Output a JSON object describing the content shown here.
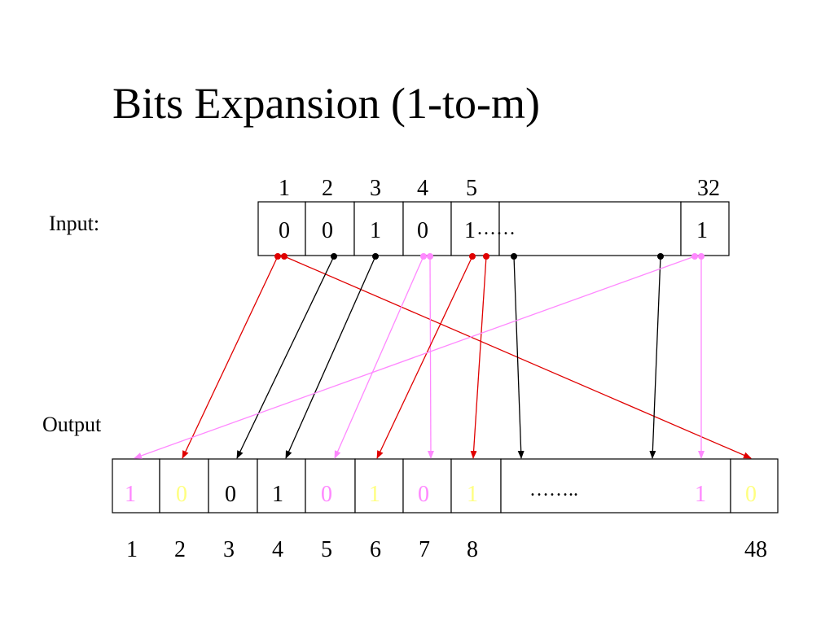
{
  "slide": {
    "title": "Bits Expansion (1-to-m)",
    "input_label": "Input:",
    "output_label": "Output"
  },
  "colors": {
    "red": "#e00000",
    "violet": "#ff88ff",
    "yellow": "#ffff80",
    "black": "#000000"
  },
  "input": {
    "indices": [
      "1",
      "2",
      "3",
      "4",
      "5",
      "32"
    ],
    "bits": [
      "0",
      "0",
      "1",
      "0",
      "1",
      "1"
    ],
    "ellipsis": "……"
  },
  "output": {
    "indices": [
      "1",
      "2",
      "3",
      "4",
      "5",
      "6",
      "7",
      "8",
      "48"
    ],
    "bits": [
      {
        "text": "1",
        "color": "violet"
      },
      {
        "text": "0",
        "color": "yellow"
      },
      {
        "text": "0",
        "color": "black"
      },
      {
        "text": "1",
        "color": "black"
      },
      {
        "text": "0",
        "color": "violet"
      },
      {
        "text": "1",
        "color": "yellow"
      },
      {
        "text": "0",
        "color": "violet"
      },
      {
        "text": "1",
        "color": "yellow"
      },
      {
        "text": "1",
        "color": "violet"
      },
      {
        "text": "0",
        "color": "yellow"
      }
    ],
    "ellipsis": "……..",
    "wide_cell_bit": "1"
  },
  "mappings": [
    {
      "from_bit": 1,
      "to_bit": 2,
      "color": "red"
    },
    {
      "from_bit": 1,
      "to_bit": 48,
      "color": "red"
    },
    {
      "from_bit": 2,
      "to_bit": 3,
      "color": "black"
    },
    {
      "from_bit": 3,
      "to_bit": 4,
      "color": "black"
    },
    {
      "from_bit": 4,
      "to_bit": 5,
      "color": "violet"
    },
    {
      "from_bit": 4,
      "to_bit": 7,
      "color": "violet"
    },
    {
      "from_bit": 5,
      "to_bit": 6,
      "color": "red"
    },
    {
      "from_bit": 5,
      "to_bit": 8,
      "color": "red"
    },
    {
      "from_bit": 6,
      "to_bit": 9,
      "color": "black"
    },
    {
      "from_bit": 31,
      "to_bit": 46,
      "color": "black"
    },
    {
      "from_bit": 32,
      "to_bit": 1,
      "color": "violet"
    },
    {
      "from_bit": 32,
      "to_bit": 47,
      "color": "violet"
    }
  ]
}
